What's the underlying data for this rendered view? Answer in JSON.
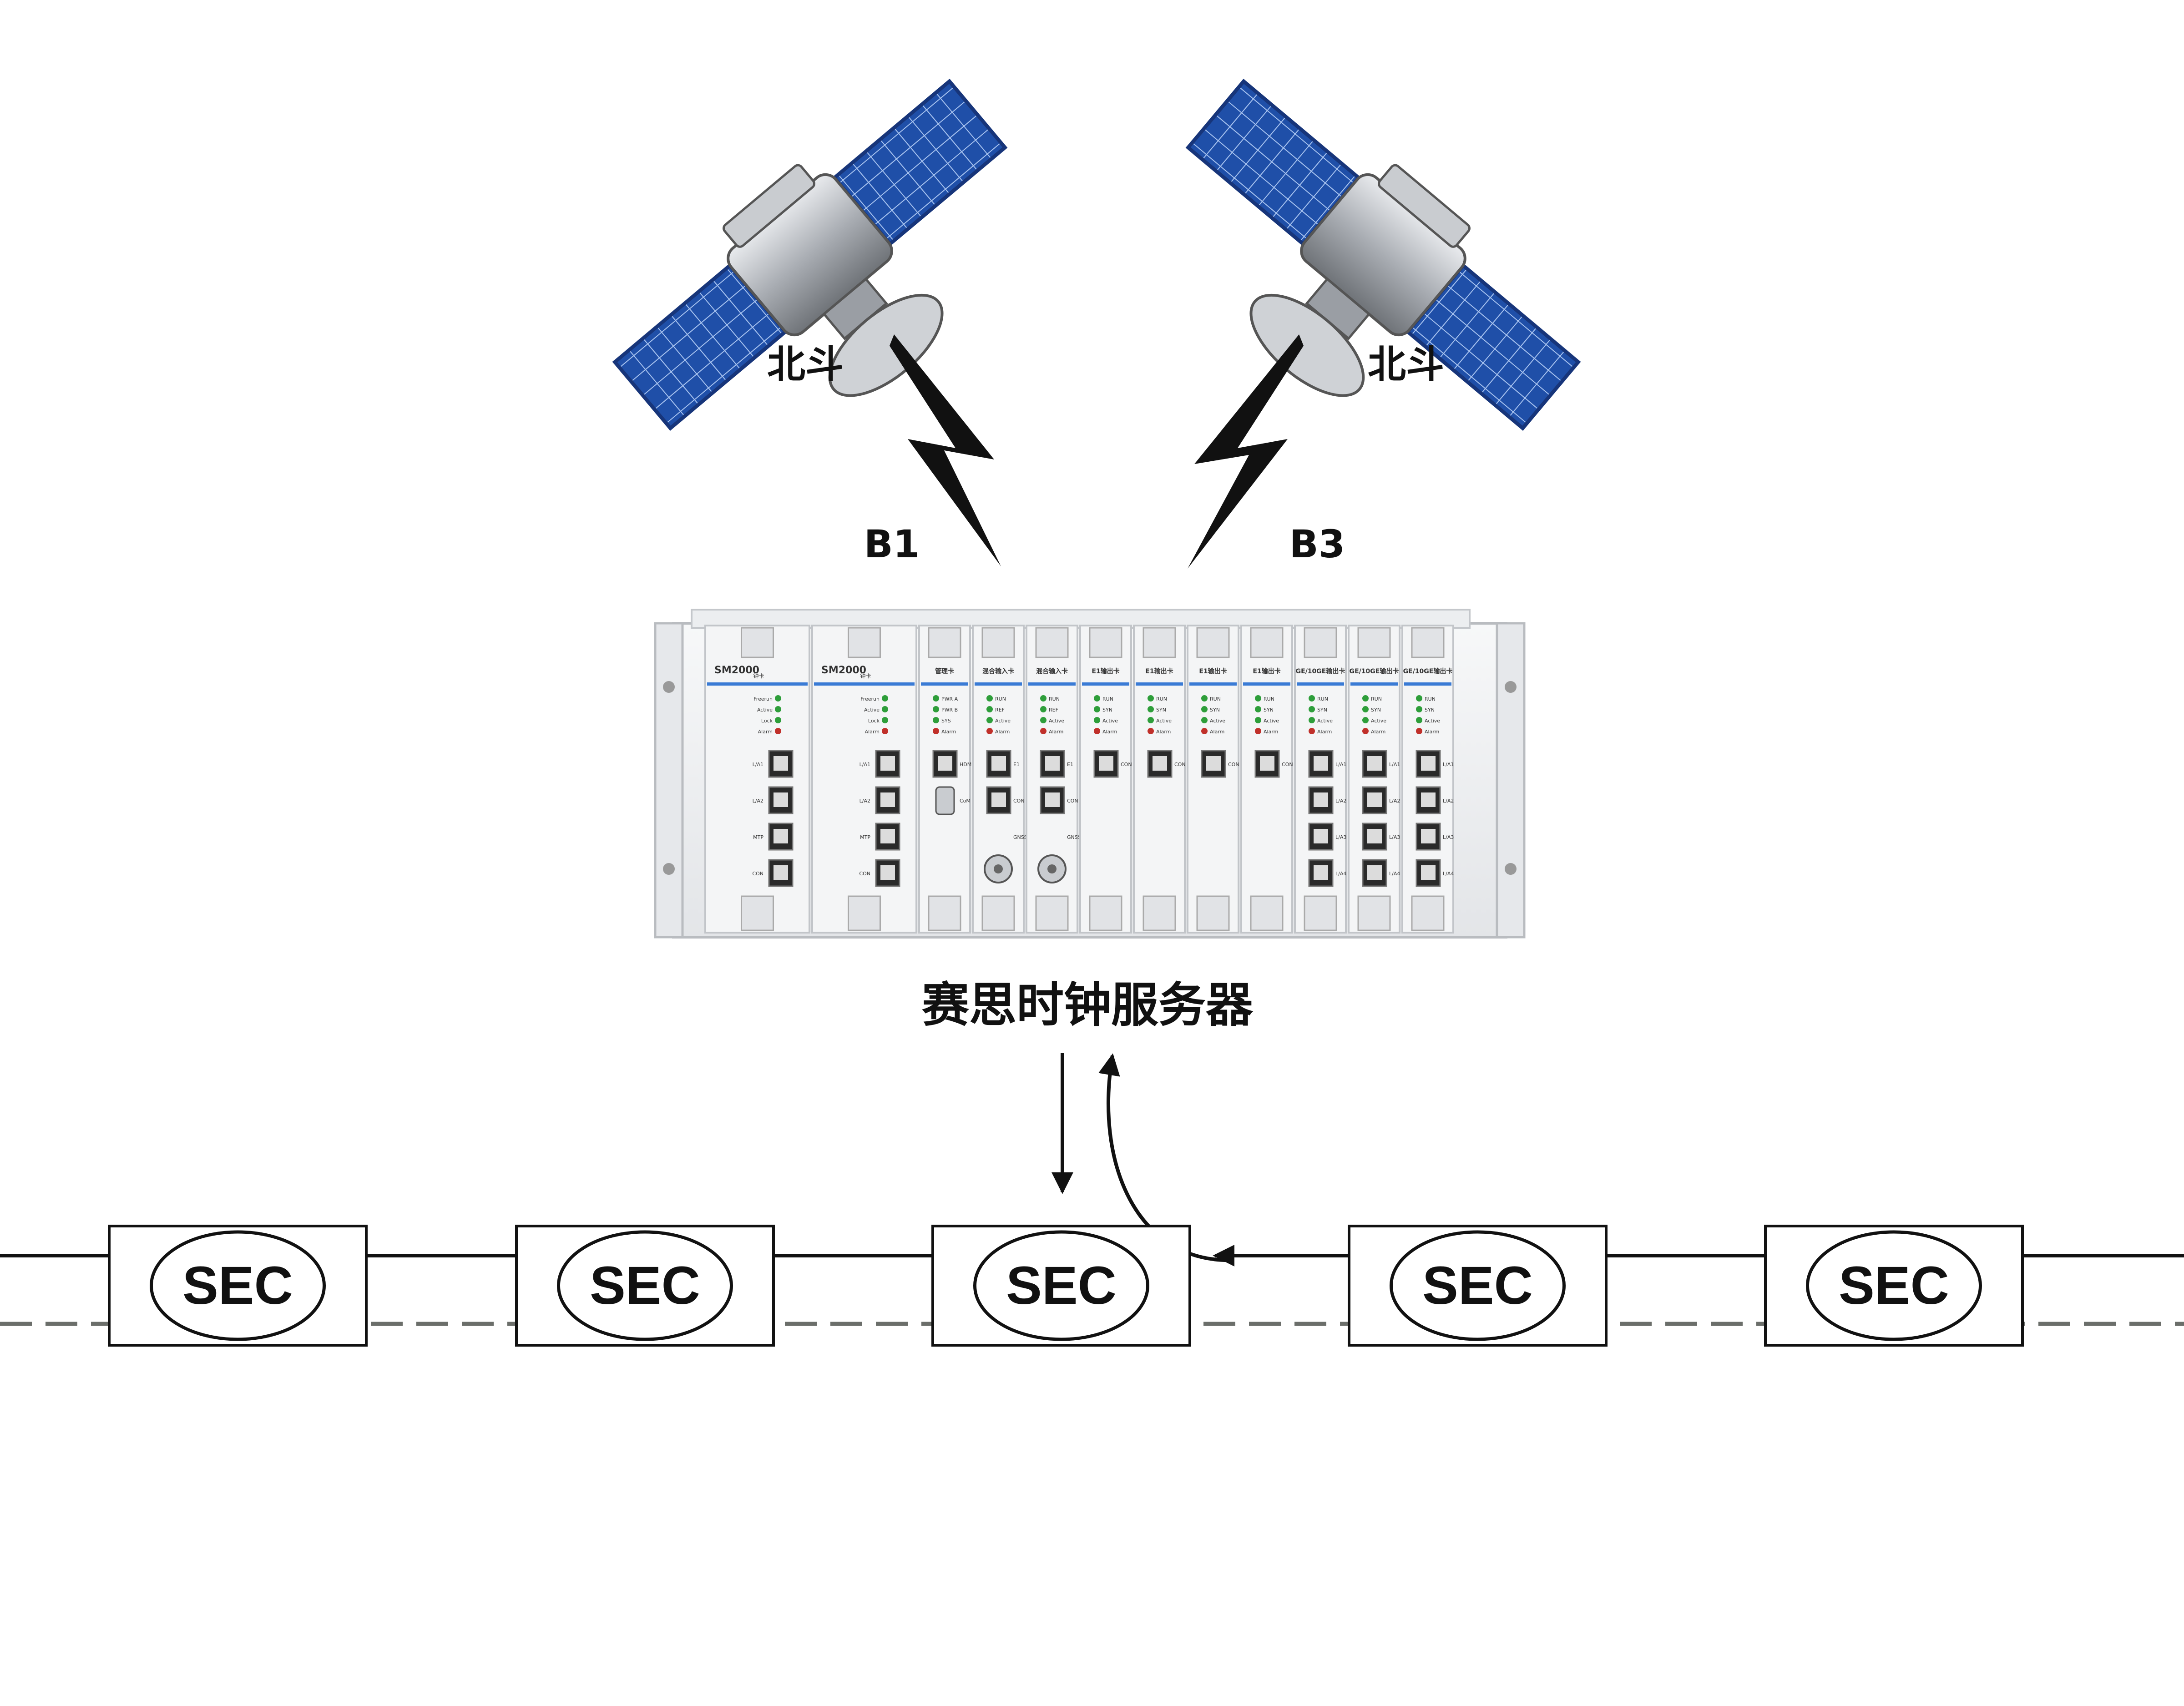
{
  "satellites": [
    {
      "label": "北斗",
      "signal": "B1"
    },
    {
      "label": "北斗",
      "signal": "B3"
    }
  ],
  "server": {
    "caption": "赛思时钟服务器",
    "model": "SM2000",
    "slots": [
      {
        "title": "SM2000",
        "sub": "钟卡",
        "leds": [
          "Freerun",
          "Active",
          "Lock",
          "Alarm"
        ],
        "ports": [
          "L/A1",
          "L/A2",
          "MTP",
          "CON"
        ]
      },
      {
        "title": "SM2000",
        "sub": "钟卡",
        "leds": [
          "Freerun",
          "Active",
          "Lock",
          "Alarm"
        ],
        "ports": [
          "L/A1",
          "L/A2",
          "MTP",
          "CON"
        ]
      },
      {
        "title": "管理卡",
        "leds": [
          "PWR A",
          "PWR B",
          "SYS",
          "Alarm"
        ],
        "ports": [
          "HDMI",
          "CoM"
        ]
      },
      {
        "title": "混合输入卡",
        "leds": [
          "RUN",
          "REF",
          "Active",
          "Alarm"
        ],
        "ports": [
          "E1",
          "CON",
          "GNSS"
        ]
      },
      {
        "title": "混合输入卡",
        "leds": [
          "RUN",
          "REF",
          "Active",
          "Alarm"
        ],
        "ports": [
          "E1",
          "CON",
          "GNSS"
        ]
      },
      {
        "title": "E1输出卡",
        "leds": [
          "RUN",
          "SYN",
          "Active",
          "Alarm"
        ],
        "ports": [
          "CON"
        ]
      },
      {
        "title": "E1输出卡",
        "leds": [
          "RUN",
          "SYN",
          "Active",
          "Alarm"
        ],
        "ports": [
          "CON"
        ]
      },
      {
        "title": "E1输出卡",
        "leds": [
          "RUN",
          "SYN",
          "Active",
          "Alarm"
        ],
        "ports": [
          "CON"
        ]
      },
      {
        "title": "E1输出卡",
        "leds": [
          "RUN",
          "SYN",
          "Active",
          "Alarm"
        ],
        "ports": [
          "CON"
        ]
      },
      {
        "title": "GE/10GE输出卡",
        "leds": [
          "RUN",
          "SYN",
          "Active",
          "Alarm"
        ],
        "ports": [
          "L/A1",
          "L/A2",
          "L/A3",
          "L/A4"
        ]
      },
      {
        "title": "GE/10GE输出卡",
        "leds": [
          "RUN",
          "SYN",
          "Active",
          "Alarm"
        ],
        "ports": [
          "L/A1",
          "L/A2",
          "L/A3",
          "L/A4"
        ]
      },
      {
        "title": "GE/10GE输出卡",
        "leds": [
          "RUN",
          "SYN",
          "Active",
          "Alarm"
        ],
        "ports": [
          "L/A1",
          "L/A2",
          "L/A3",
          "L/A4"
        ]
      }
    ]
  },
  "sec_nodes": [
    "SEC",
    "SEC",
    "SEC",
    "SEC",
    "SEC"
  ],
  "colors": {
    "solar_panel": "#1f4fa8",
    "satellite_body": "#b8bcc2",
    "chassis": "#eef0f2",
    "card_band": "#3a7bd5",
    "led_green": "#2e9e3a",
    "led_red": "#c0302a",
    "solid_line": "#111111",
    "dashed_line": "#6b6e6a"
  }
}
